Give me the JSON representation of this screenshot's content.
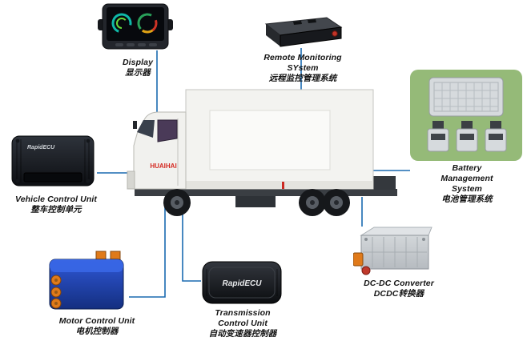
{
  "colors": {
    "connector_line": "#1a6ab0",
    "green_panel": "#95ba78",
    "brand_red": "#d42a22"
  },
  "truck": {
    "brand": "HUAIHAI"
  },
  "components": {
    "display": {
      "line1": "Display",
      "line2": "显示器"
    },
    "remote": {
      "line1": "Remote Monitoring",
      "line2": "SYstem",
      "line3": "远程监控管理系统"
    },
    "battery": {
      "line1": "Battery",
      "line2": "Management",
      "line3": "System",
      "line4": "电池管理系统"
    },
    "vcu": {
      "line1": "Vehicle Control Unit",
      "line2": "整车控制单元",
      "device_text": "RapidECU"
    },
    "mcu": {
      "line1": "Motor Control Unit",
      "line2": "电机控制器"
    },
    "tcu": {
      "line1": "Transmission",
      "line2": "Control Unit",
      "line3": "自动变速器控制器",
      "device_text": "RapidECU"
    },
    "dcdc": {
      "line1": "DC-DC Converter",
      "line2": "DCDC转换器"
    }
  }
}
